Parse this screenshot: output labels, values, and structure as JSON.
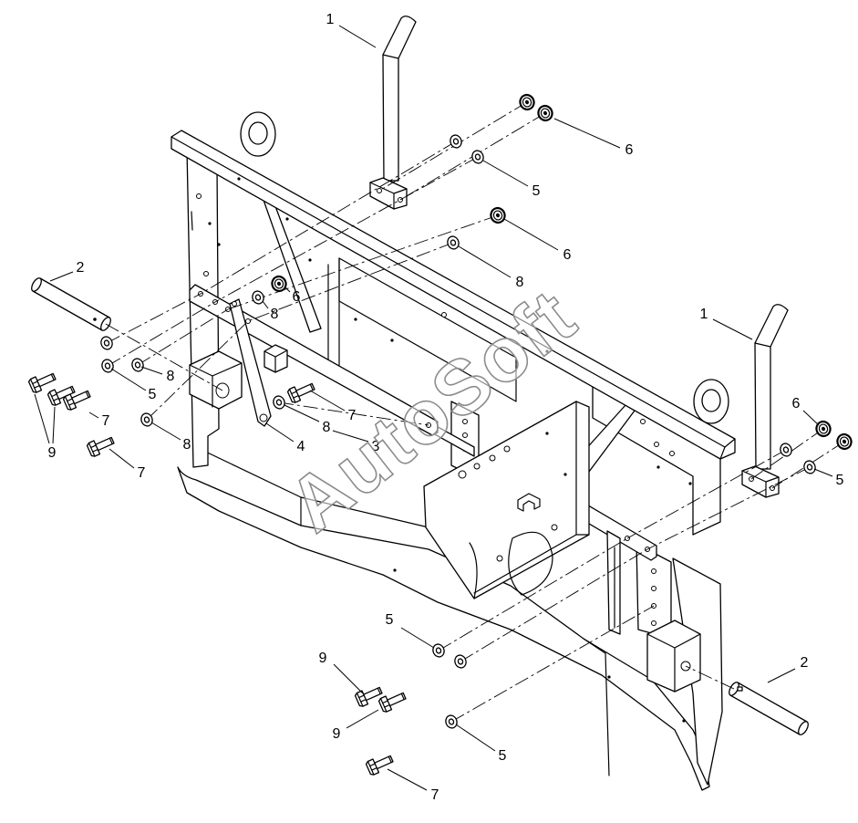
{
  "callouts": [
    "1",
    "6",
    "5",
    "6",
    "8",
    "2",
    "6",
    "8",
    "1",
    "8",
    "5",
    "7",
    "7",
    "6",
    "9",
    "8",
    "4",
    "3",
    "8",
    "7",
    "5",
    "5",
    "2",
    "9",
    "9",
    "5",
    "7"
  ],
  "watermark": "AutoSoft",
  "colors": {
    "line": "#000000",
    "background": "#ffffff",
    "watermark": "#8c8c8c"
  }
}
